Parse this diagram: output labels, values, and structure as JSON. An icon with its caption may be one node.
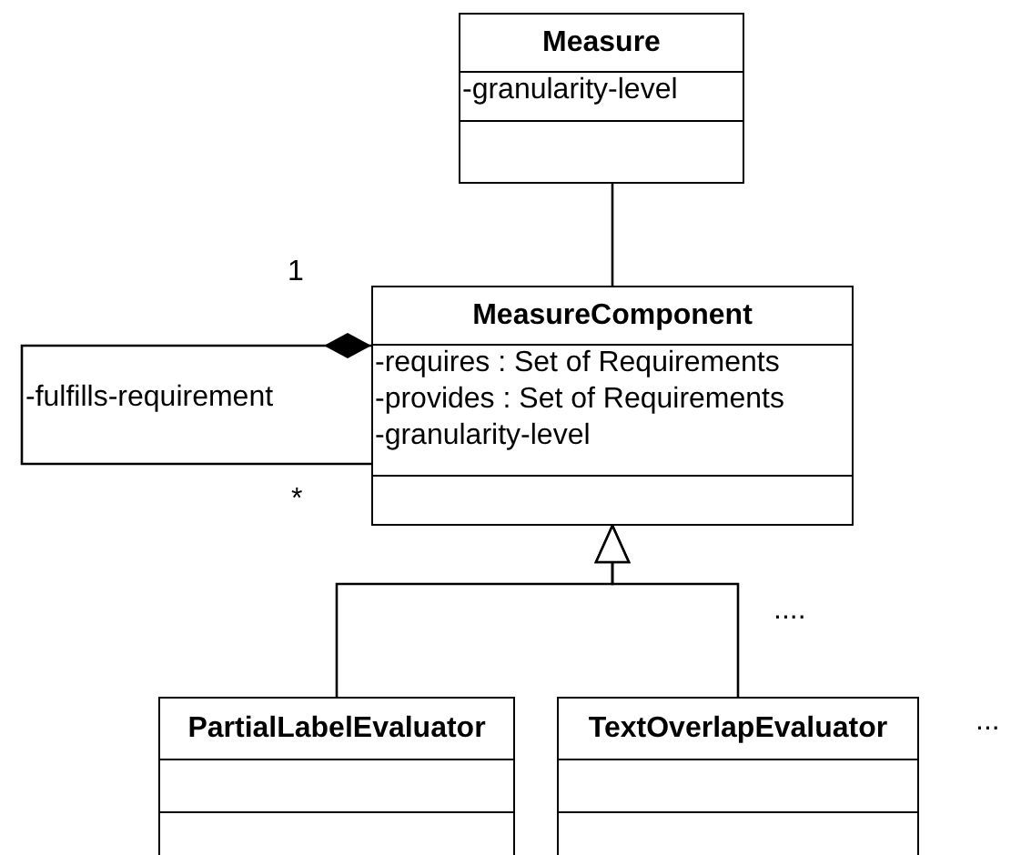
{
  "diagram": {
    "nodes": [
      {
        "text": [
          "Measure",
          "-granularity-level"
        ]
      },
      {
        "text": [
          "MeasureComponent",
          "-requires : Set of Requirements",
          "-provides : Set of Requirements",
          "-granularity-level"
        ]
      },
      {
        "text": [
          "PartialLabelEvaluator"
        ]
      },
      {
        "text": [
          "TextOverlapEvaluator"
        ]
      }
    ],
    "edges": [
      {
        "from": 0,
        "to": 1,
        "arrow": "none"
      },
      {
        "from": 1,
        "to": 1,
        "arrow": "other",
        "label": "-fulfills-requirement"
      },
      {
        "from": 2,
        "to": 1,
        "arrow": "to"
      },
      {
        "from": 3,
        "to": 1,
        "arrow": "to"
      }
    ],
    "labels": [
      "1",
      "*",
      "....",
      "..."
    ]
  }
}
